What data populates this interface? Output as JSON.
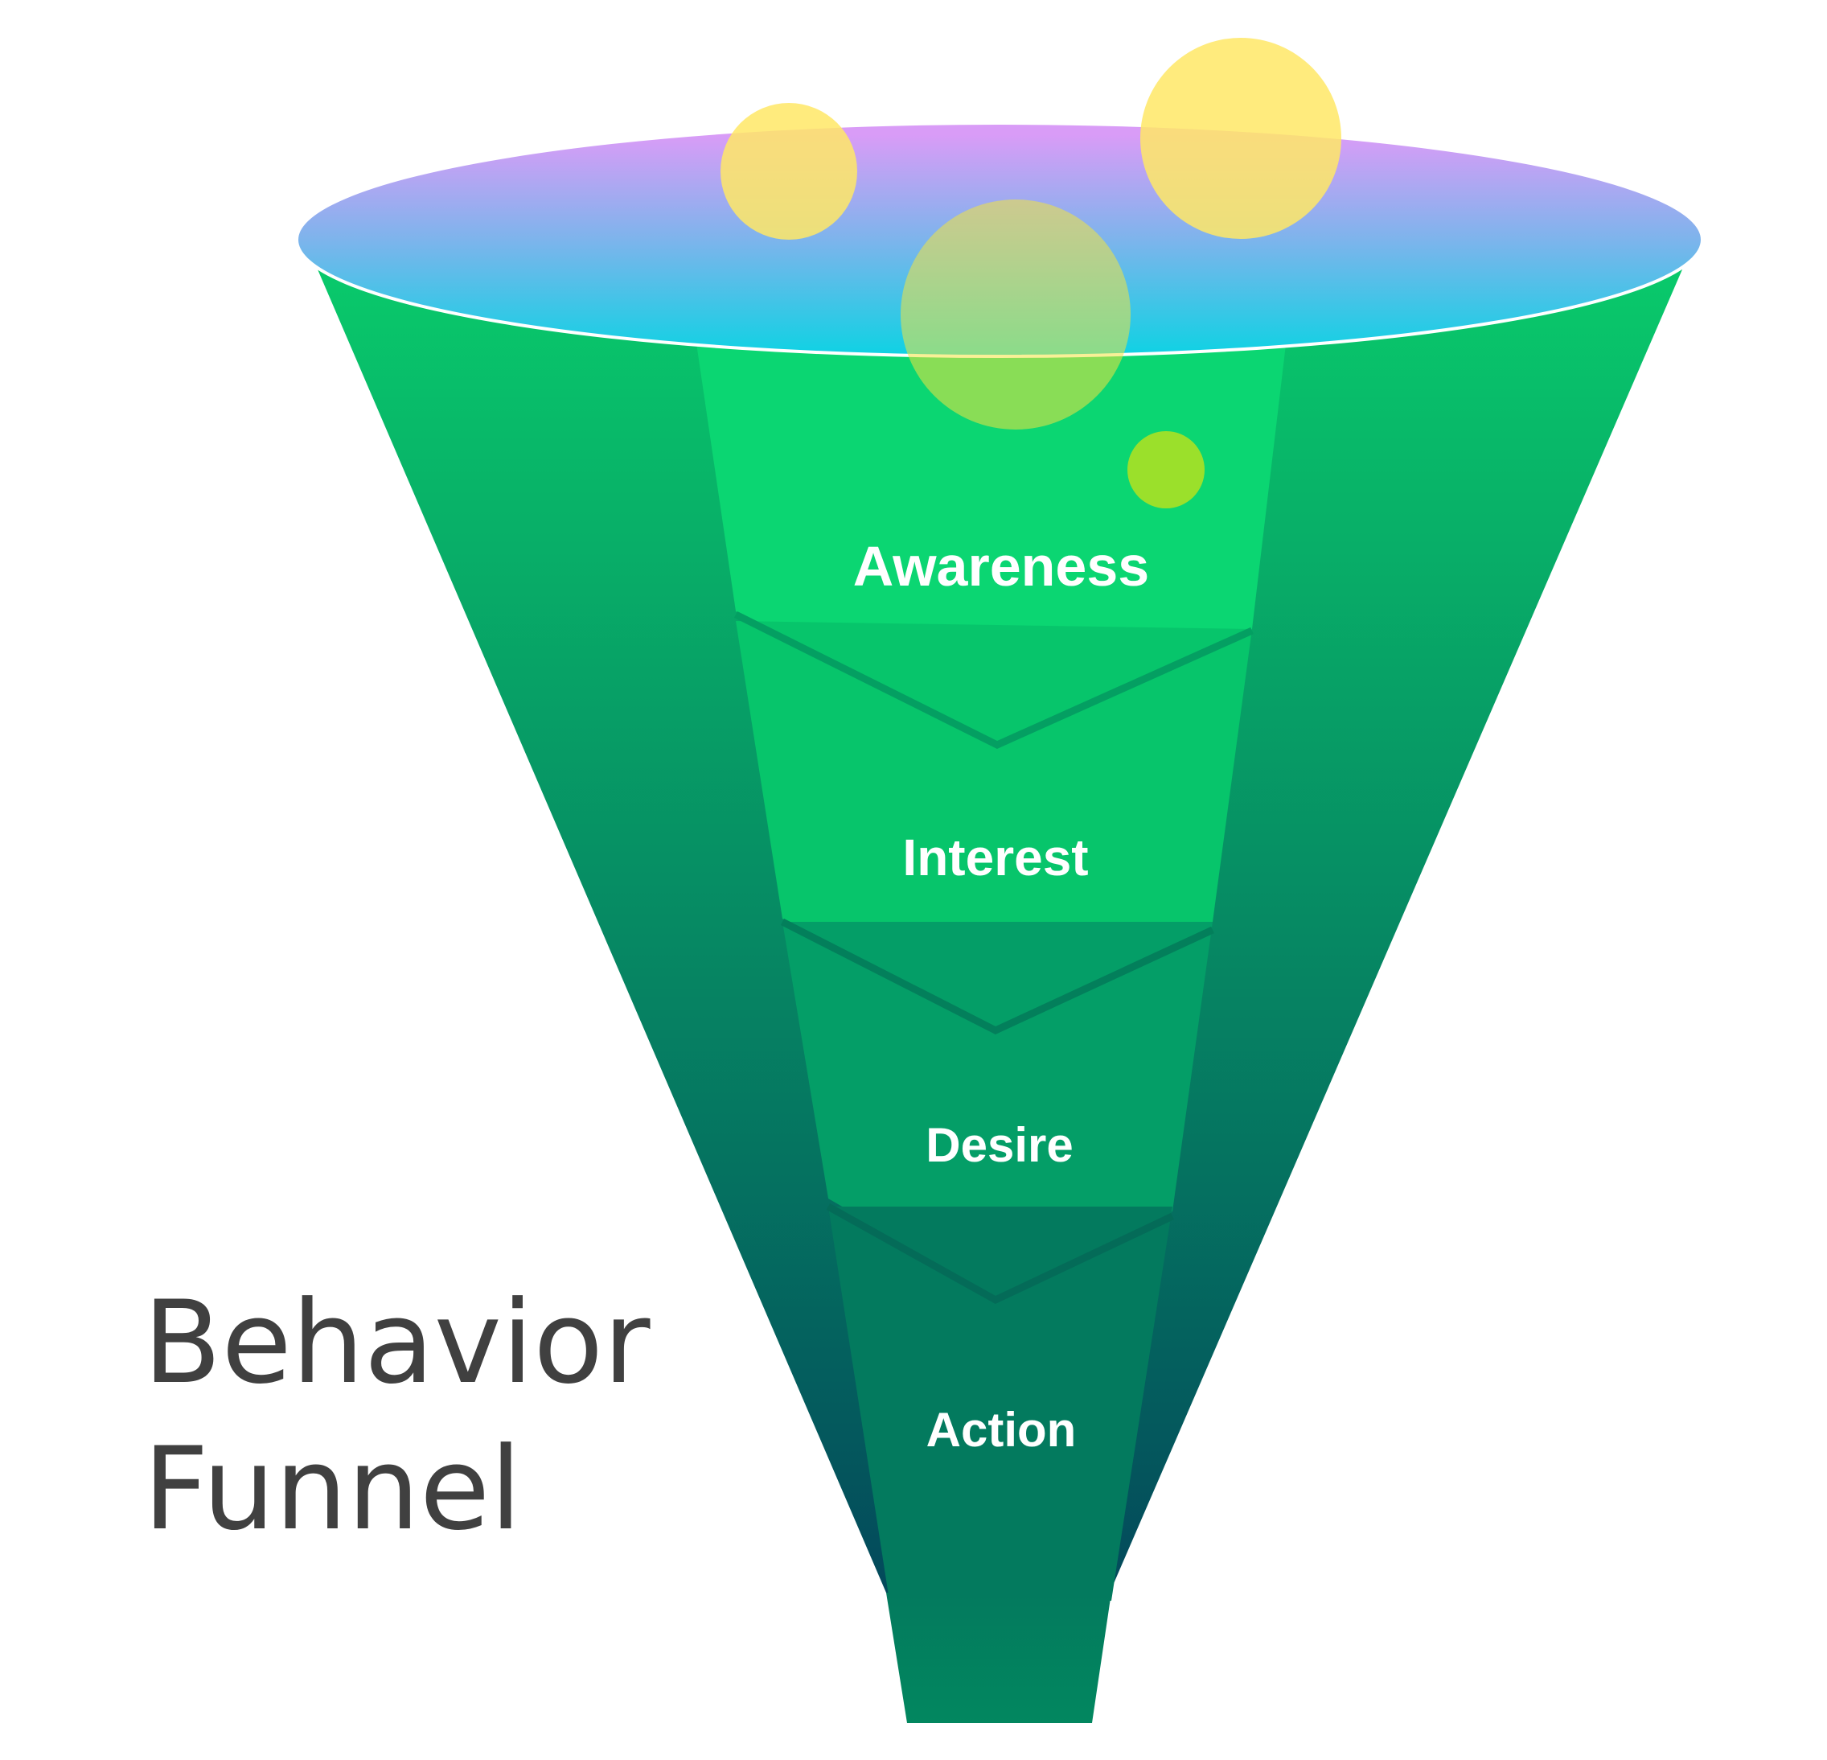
{
  "title_lines": [
    "Behavior",
    "Funnel"
  ],
  "stages": [
    {
      "label": "Awareness",
      "color": "#0BD672"
    },
    {
      "label": "Interest",
      "color": "#07C56B"
    },
    {
      "label": "Desire",
      "color": "#049E67"
    },
    {
      "label": "Action",
      "color": "#037A5E"
    }
  ],
  "colors": {
    "funnel_top": "#09C96B",
    "funnel_bottom": "#03495B",
    "rim_top": "#D99CF7",
    "rim_bottom": "#0ED2E3",
    "bubble_yellow": "#FFE866",
    "bubble_green": "#9BE02B",
    "title": "#404040"
  }
}
